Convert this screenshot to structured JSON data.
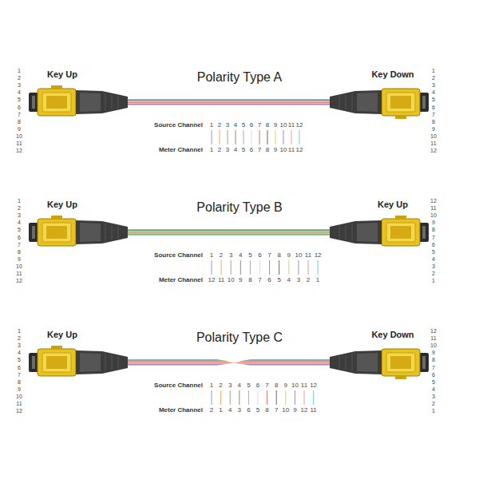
{
  "diagram": {
    "labels": [
      "Key Up",
      "Polarity Type A",
      "Key Down",
      "1",
      "2",
      "3",
      "4",
      "5",
      "6",
      "7",
      "8",
      "9",
      "10",
      "11",
      "12",
      "1",
      "2",
      "3",
      "4",
      "5",
      "6",
      "7",
      "8",
      "9",
      "10",
      "11",
      "12",
      "Source Channel",
      "1",
      "2",
      "3",
      "4",
      "5",
      "6",
      "7",
      "8",
      "9",
      "10",
      "11",
      "12",
      "Meter Channel",
      "1",
      "2",
      "3",
      "4",
      "5",
      "6",
      "7",
      "8",
      "9",
      "10",
      "11",
      "12",
      "Key Up",
      "Polarity Type B",
      "Key Up",
      "1",
      "2",
      "3",
      "4",
      "5",
      "6",
      "7",
      "8",
      "9",
      "10",
      "11",
      "12",
      "12",
      "11",
      "10",
      "9",
      "8",
      "7",
      "6",
      "5",
      "4",
      "3",
      "2",
      "1",
      "Source Channel",
      "1",
      "2",
      "3",
      "4",
      "5",
      "6",
      "7",
      "8",
      "9",
      "10",
      "11",
      "12",
      "Meter Channel",
      "12",
      "11",
      "10",
      "9",
      "8",
      "7",
      "6",
      "5",
      "4",
      "3",
      "2",
      "1",
      "Key Up",
      "Polarity Type C",
      "Key Down",
      "1",
      "2",
      "3",
      "4",
      "5",
      "6",
      "7",
      "8",
      "9",
      "10",
      "11",
      "12",
      "12",
      "11",
      "10",
      "9",
      "8",
      "7",
      "6",
      "5",
      "4",
      "3",
      "2",
      "1",
      "Source Channel",
      "1",
      "2",
      "3",
      "4",
      "5",
      "6",
      "7",
      "8",
      "9",
      "10",
      "11",
      "12",
      "Meter Channel",
      "2",
      "1",
      "4",
      "3",
      "6",
      "5",
      "8",
      "7",
      "10",
      "9",
      "12",
      "11"
    ]
  }
}
